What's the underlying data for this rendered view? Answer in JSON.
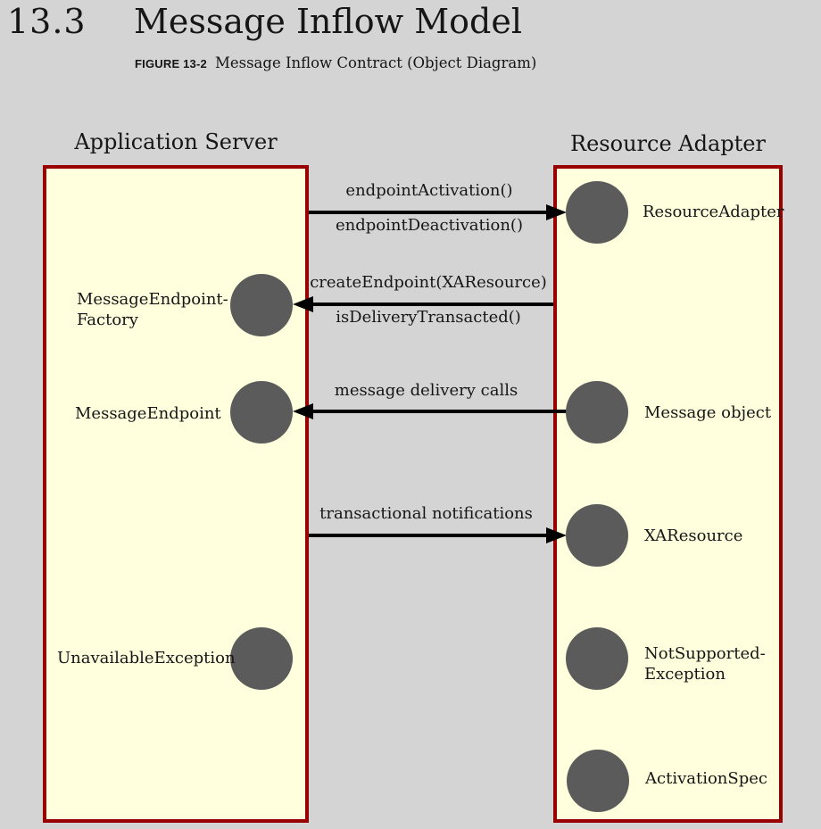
{
  "header": {
    "section_number": "13.3",
    "title": "Message Inflow Model",
    "figure_label": "FIGURE 13-2",
    "figure_caption": "Message Inflow Contract (Object Diagram)"
  },
  "application_server": {
    "title": "Application Server",
    "objects": {
      "message_endpoint_factory": {
        "line1": "MessageEndpoint-",
        "line2": "Factory"
      },
      "message_endpoint": {
        "label": "MessageEndpoint"
      },
      "unavailable_exception": {
        "label": "UnavailableException"
      }
    }
  },
  "resource_adapter": {
    "title": "Resource Adapter",
    "objects": {
      "resource_adapter": {
        "label": "ResourceAdapter"
      },
      "message_object": {
        "label": "Message object"
      },
      "xa_resource": {
        "label": "XAResource"
      },
      "not_supported_exception": {
        "line1": "NotSupported-",
        "line2": "Exception"
      },
      "activation_spec": {
        "label": "ActivationSpec"
      }
    }
  },
  "arrows": {
    "endpoint_activation": {
      "label_top": "endpointActivation()",
      "label_bottom": "endpointDeactivation()",
      "direction": "right"
    },
    "create_endpoint": {
      "label_top": "createEndpoint(XAResource)",
      "label_bottom": "isDeliveryTransacted()",
      "direction": "left"
    },
    "message_delivery": {
      "label_top": "message delivery calls",
      "direction": "left"
    },
    "transactional_notifications": {
      "label_top": "transactional notifications",
      "direction": "right"
    }
  },
  "colors": {
    "background": "#d4d4d4",
    "box_fill": "#ffffdd",
    "box_border": "#990000",
    "object_circle": "#5b5b5b",
    "arrow": "#000000",
    "text": "#161616"
  }
}
